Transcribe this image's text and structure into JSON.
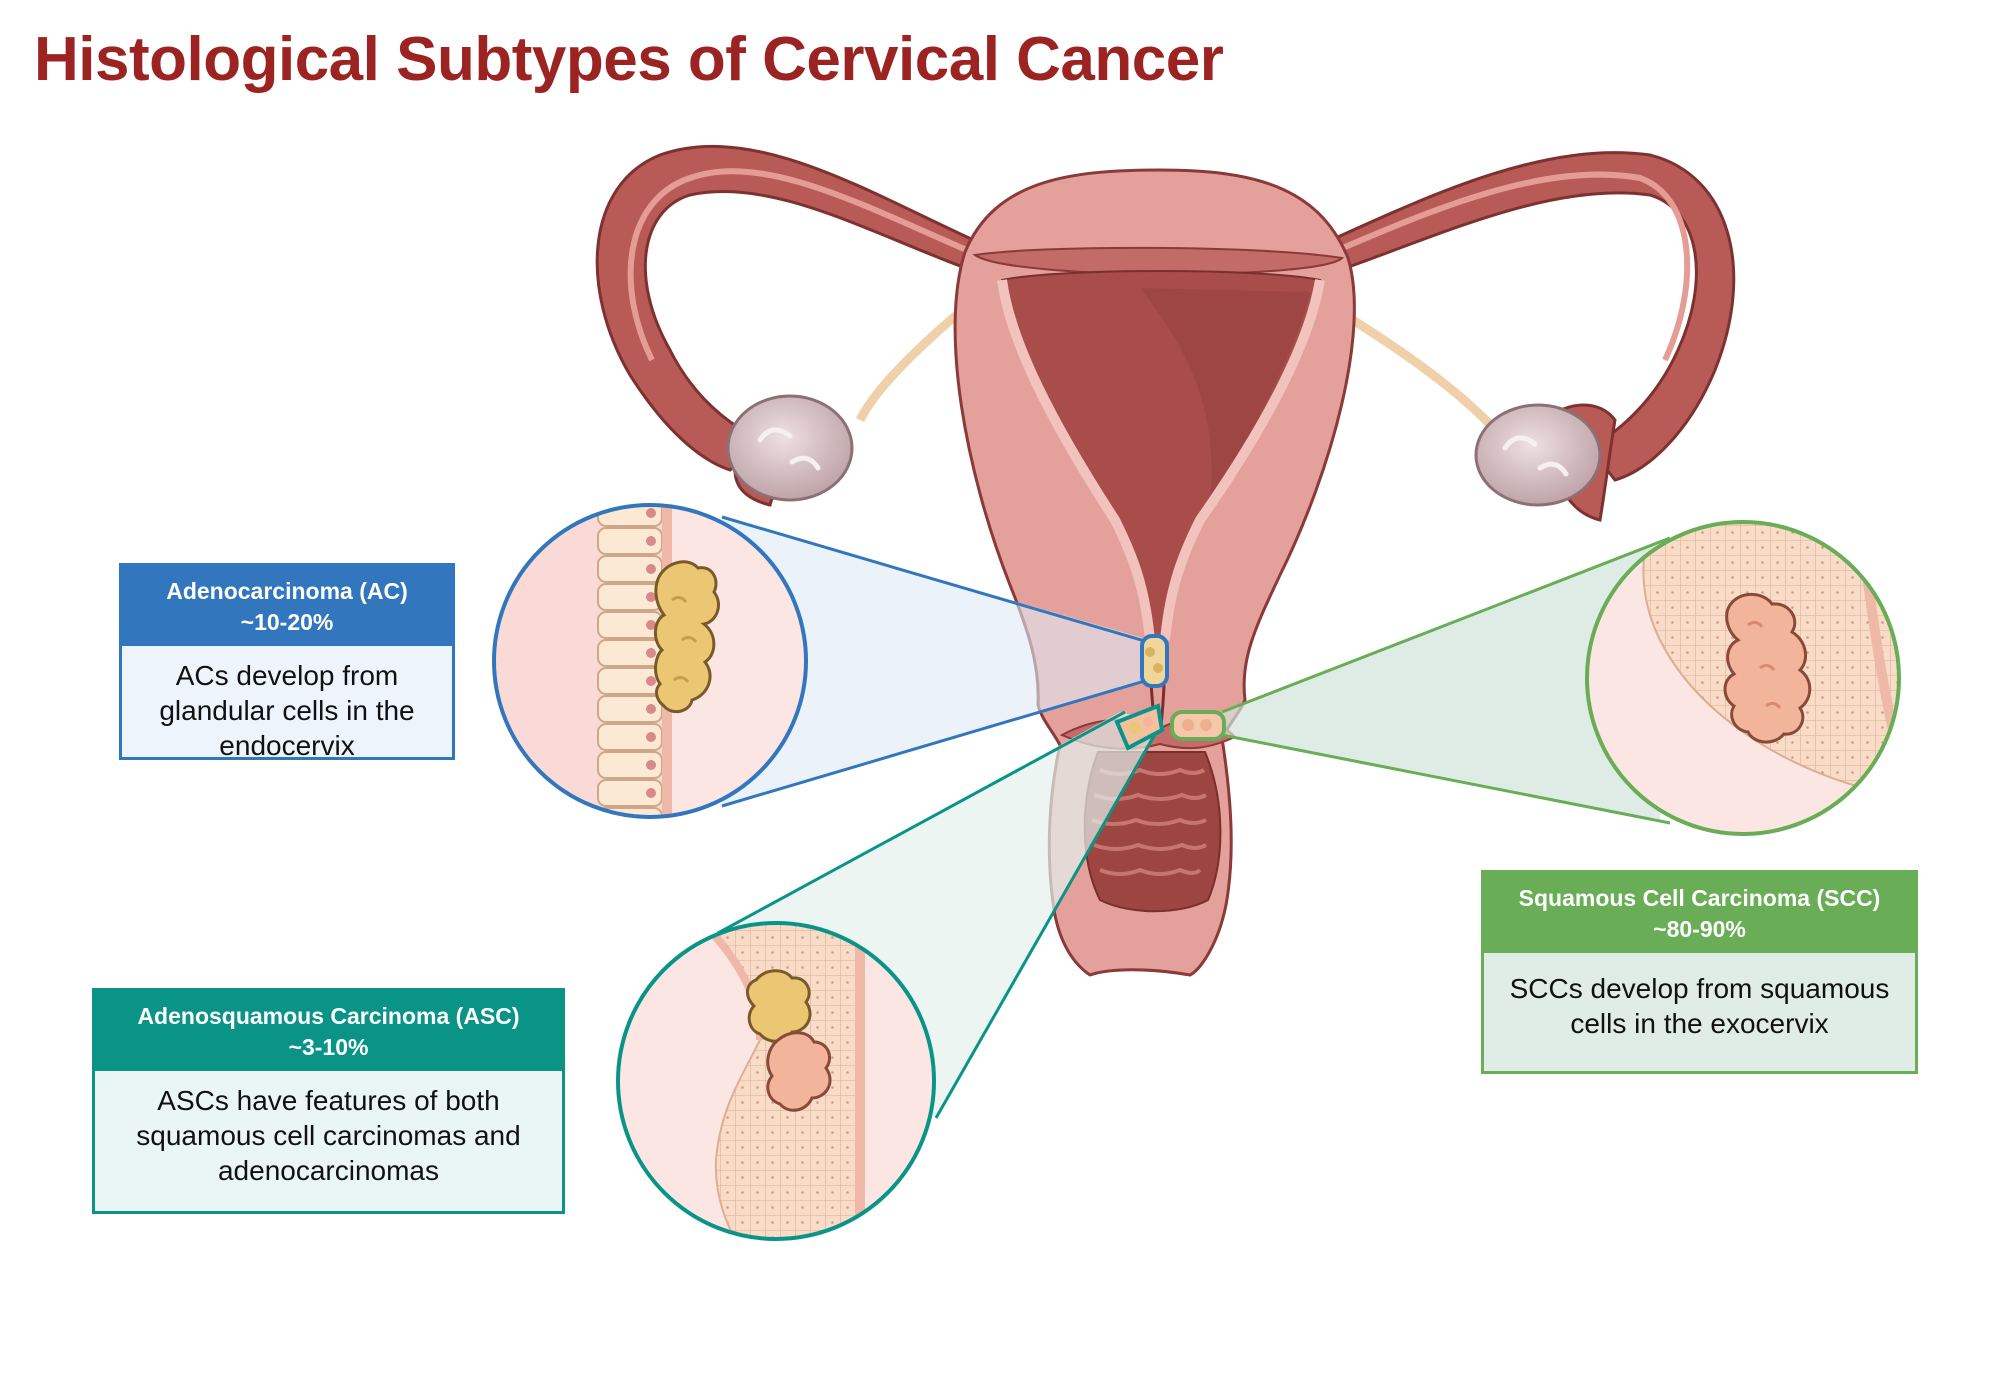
{
  "title": "Histological Subtypes of Cervical Cancer",
  "colors": {
    "title": "#9b2423",
    "adenocarcinoma": "#3277bd",
    "adenosquamous": "#0a9488",
    "squamous": "#69ad56",
    "uterus_tissue": "#e39a94",
    "uterus_dark": "#a94c48",
    "tumor_glandular": "#ebc773",
    "tumor_squamous": "#f2b49a"
  },
  "subtypes": {
    "ac": {
      "name": "Adenocarcinoma (AC)",
      "share": "~10-20%",
      "description": [
        "ACs develop from",
        "glandular cells in the",
        "endocervix"
      ]
    },
    "asc": {
      "name": "Adenosquamous Carcinoma (ASC)",
      "share": "~3-10%",
      "description": [
        "ASCs have features of both",
        "squamous cell carcinomas and",
        "adenocarcinomas"
      ]
    },
    "scc": {
      "name": "Squamous Cell Carcinoma (SCC)",
      "share": "~80-90%",
      "description": [
        "SCCs develop from squamous",
        "cells in the exocervix"
      ]
    }
  }
}
